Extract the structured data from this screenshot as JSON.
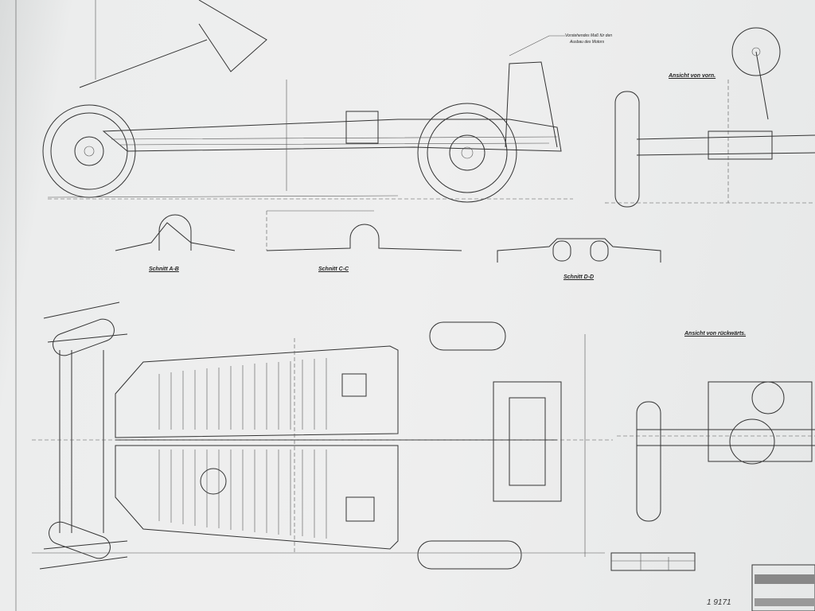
{
  "drawing": {
    "views": {
      "front_view": "Ansicht von vorn.",
      "rear_view": "Ansicht von rückwärts.",
      "section_ab": "Schnitt A-B",
      "section_cc": "Schnitt C-C",
      "section_dd": "Schnitt D-D"
    },
    "leader_note": [
      "Vorstehendes Maß für den",
      "Ausbau des Motors"
    ],
    "sheet_number": "1 9171"
  }
}
